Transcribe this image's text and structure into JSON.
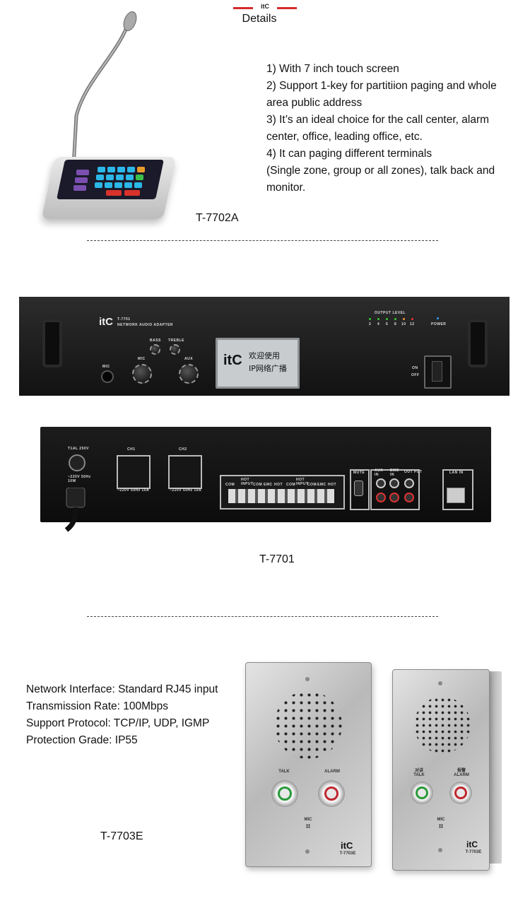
{
  "header": {
    "brand_logo": "itC",
    "title": "Details",
    "accent_color": "#d62a2a"
  },
  "product_1": {
    "model": "T-7702A",
    "features": [
      "1) With 7 inch touch screen",
      "2) Support 1-key for partitiion paging and whole",
      "area public address",
      "3) It’s an ideal choice for the call center, alarm",
      "center, office, leading office, etc.",
      "4) It can paging different terminals",
      "(Single zone, group or all zones), talk back and",
      "monitor."
    ]
  },
  "product_2": {
    "model": "T-7701",
    "front": {
      "brand": "itC",
      "model_small": "T-7701",
      "subtitle": "NETWORK AUDIO ADAPTER",
      "lcd_logo": "itC",
      "lcd_line1": "欢迎使用",
      "lcd_line2": "IP网络广播",
      "knob_labels": [
        "BASS",
        "TREBLE",
        "MIC",
        "AUX"
      ],
      "mic_label": "MIC",
      "output_level_label": "OUTPUT LEVEL",
      "level_marks": [
        "2",
        "4",
        "6",
        "8",
        "10",
        "12"
      ],
      "power_label": "POWER",
      "switch_on": "ON",
      "switch_off": "OFF"
    },
    "back": {
      "fuse_label": "T1AL 250V",
      "power_label": "~220V 50Hz\n10W",
      "ch1": "CH1",
      "ch2": "CH2",
      "ch_rating": "~220V 50Hz 10A",
      "terminal_labels": [
        "COM",
        "HOT INPUT",
        "COM",
        "EMC",
        "HOT",
        "COM",
        "HOT INPUT",
        "COM",
        "EMC",
        "HOT"
      ],
      "mute": "MUTE",
      "aux_in": "AUX IN",
      "emc_in": "EMC IN",
      "output": "OUT PUT",
      "lan_in": "LAN IN"
    }
  },
  "product_3": {
    "model": "T-7703E",
    "specs": [
      "Network Interface: Standard RJ45 input",
      "Transmission Rate: 100Mbps",
      "Support Protocol: TCP/IP, UDP, IGMP",
      "Protection Grade: IP55"
    ],
    "panel_front": {
      "talk": "TALK",
      "alarm": "ALARM",
      "mic": "MIC",
      "brand": "itC",
      "model": "T-7703E"
    },
    "panel_side": {
      "talk_cn": "对讲",
      "talk": "TALK",
      "alarm_cn": "报警",
      "alarm": "ALARM",
      "mic": "MIC",
      "brand": "itC",
      "model": "T-7703E"
    }
  }
}
